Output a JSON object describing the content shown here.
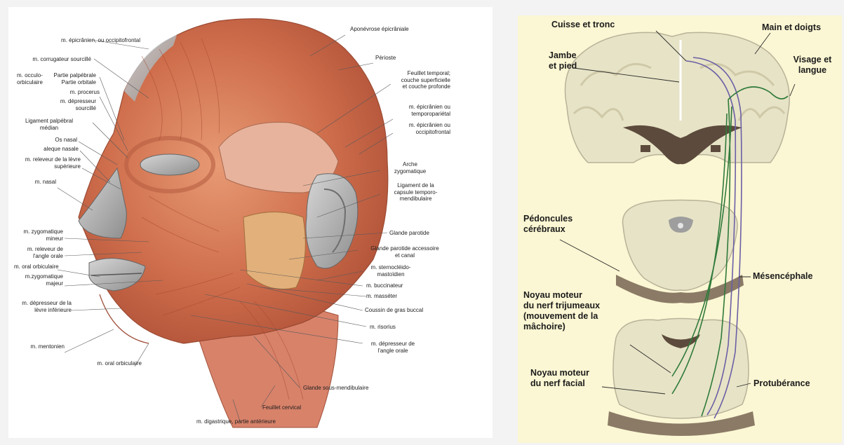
{
  "anatomy": {
    "labels_left": [
      "m. épicrânien, ou occipitofrontal",
      "m. corrugateur sourcillé",
      "m. occulo-\norbiculaire",
      "Partie palpébrale\nPartie orbitale",
      "m. procerus",
      "m. dépresseur\nsourcillé",
      "Ligament palpébral\nmédian",
      "Os nasal",
      "aleque nasale",
      "m. releveur de la lèvre\nsupérieure",
      "m. nasal",
      "m. zygomatique\nmineur",
      "m. releveur de\nl'angle orale",
      "m. oral orbiculaire",
      "m.zygomatique\nmajeur",
      "m. dépresseur de la\nlèvre inférieure",
      "m. mentonien",
      "m. oral orbiculaire"
    ],
    "labels_right": [
      "Aponévrose épicrâniale",
      "Périoste",
      "Feuillet temporal;\ncouche superficielle\net couche profonde",
      "m. épicrânien ou\ntemporopariétal",
      "m. épicrânien ou\noccipitofrontal",
      "Arche\nzygomatique",
      "Ligament de la\ncapsule temporo-\nmendibulaire",
      "Glande parotide",
      "Glande parotide accessoire\net canal",
      "m. sternocléido-\nmastoïdien",
      "m. buccinateur",
      "m. masséter",
      "Coussin de gras buccal",
      "m. risorius",
      "m. dépresseur de\nl'angle orale"
    ],
    "labels_bottom": [
      "Glande sous-mendibulaire",
      "Feuillet cervical",
      "m. digastrique, partie antérieure"
    ]
  },
  "neuro": {
    "labels": [
      "Cuisse et tronc",
      "Main et doigts",
      "Jambe\net pied",
      "Visage et\nlangue",
      "Pédoncules\ncérébraux",
      "Mésencéphale",
      "Noyau moteur\ndu nerf trijumeaux\n(mouvement de la\nmâchoire)",
      "Noyau moteur\ndu nerf facial",
      "Protubérance"
    ],
    "colors": {
      "tract_purple": "#6b5fa6",
      "tract_green": "#2f7a3a",
      "tissue": "#e7e3c6",
      "background": "#fbf6d3"
    }
  }
}
